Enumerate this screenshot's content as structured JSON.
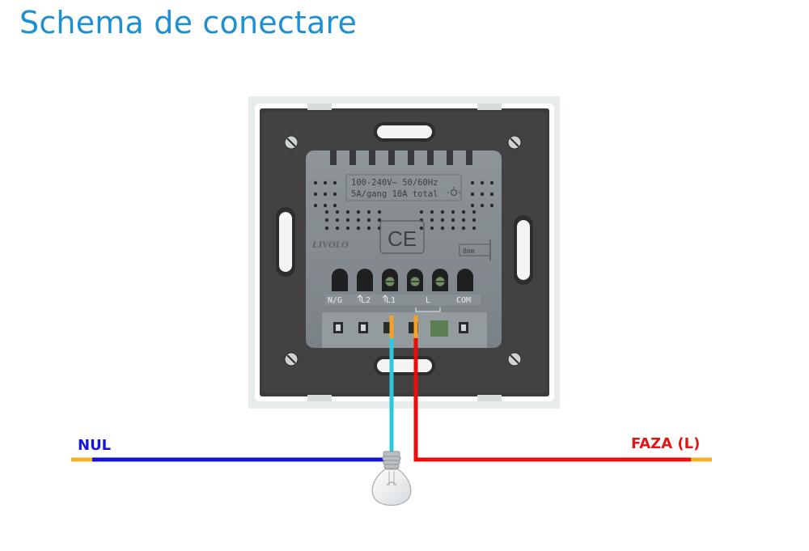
{
  "title": "Schema de conectare",
  "wires": {
    "neutral_label": "NUL",
    "phase_label": "FAZA (L)",
    "neutral_color": "#1414d6",
    "phase_color": "#e80e0e",
    "load_wire_color": "#2ec8dc"
  },
  "device": {
    "brand": "LIVOLO",
    "spec_line_1": "100-240V~  50/60Hz",
    "spec_line_2": "5A/gang  10A total",
    "certification": "CE",
    "strip_gauge": "8mm",
    "terminals": [
      "N/G",
      "L2",
      "L1",
      "L",
      "COM"
    ]
  },
  "load": {
    "icon": "light-bulb-icon"
  }
}
